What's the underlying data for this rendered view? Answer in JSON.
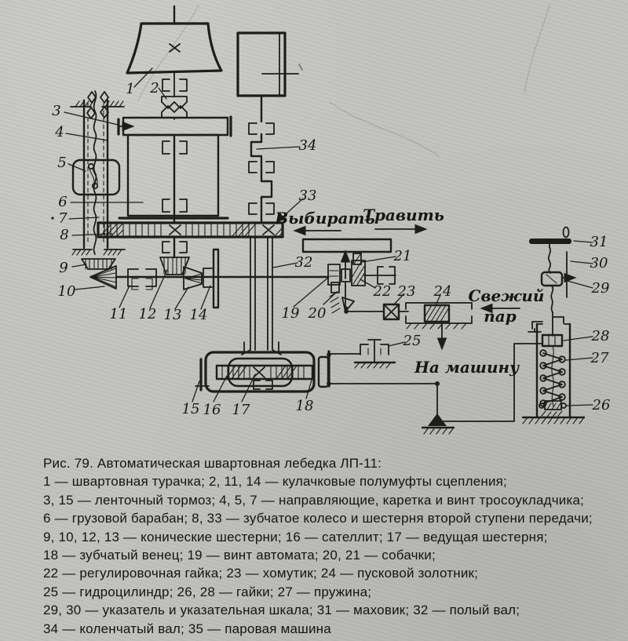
{
  "style_colors": {
    "paper_bg": "#c1c1bf",
    "ink": "#1d1d1b"
  },
  "figure": {
    "caption_title": "Рис. 79. Автоматическая швартовная лебедка ЛП-11:",
    "caption_lines": [
      "1 — швартовная турачка; 2, 11, 14 — кулачковые полумуфты сцепления;",
      "3, 15 — ленточный тормоз; 4, 5, 7 — направляющие, каретка и винт тросоукладчика;",
      "6 — грузовой барабан; 8, 33 — зубчатое колесо и шестерня второй ступени передачи;",
      "9, 10, 12, 13 — конические шестерни; 16 — сателлит; 17 — ведущая шестерня;",
      "18 — зубчатый венец; 19 — винт автомата; 20, 21 — собачки;",
      "22 — регулировочная гайка; 23 — хомутик; 24 — пусковой золотник;",
      "25 — гидроцилиндр; 26, 28 — гайки; 27 — пружина;",
      "29, 30 — указатель и указательная шкала; 31 — маховик; 32 — полый вал;",
      "34 — коленчатый вал; 35 — паровая машина"
    ]
  },
  "diagram": {
    "labels": {
      "1": "1",
      "2": "2",
      "3": "3",
      "4": "4",
      "5": "5",
      "6": "6",
      "7": "7",
      "8": "8",
      "9": "9",
      "10": "10",
      "11": "11",
      "12": "12",
      "13": "13",
      "14": "14",
      "15": "15",
      "16": "16",
      "17": "17",
      "18": "18",
      "19": "19",
      "20": "20",
      "21": "21",
      "22": "22",
      "23": "23",
      "24": "24",
      "25": "25",
      "26": "26",
      "27": "27",
      "28": "28",
      "29": "29",
      "30": "30",
      "31": "31",
      "32": "32",
      "33": "33",
      "34": "34"
    },
    "words": {
      "haul_in": "Выбирать",
      "pay_out": "Травить",
      "fresh_steam_1": "Свежий",
      "fresh_steam_2": "пар",
      "to_machine": "На машину"
    }
  }
}
